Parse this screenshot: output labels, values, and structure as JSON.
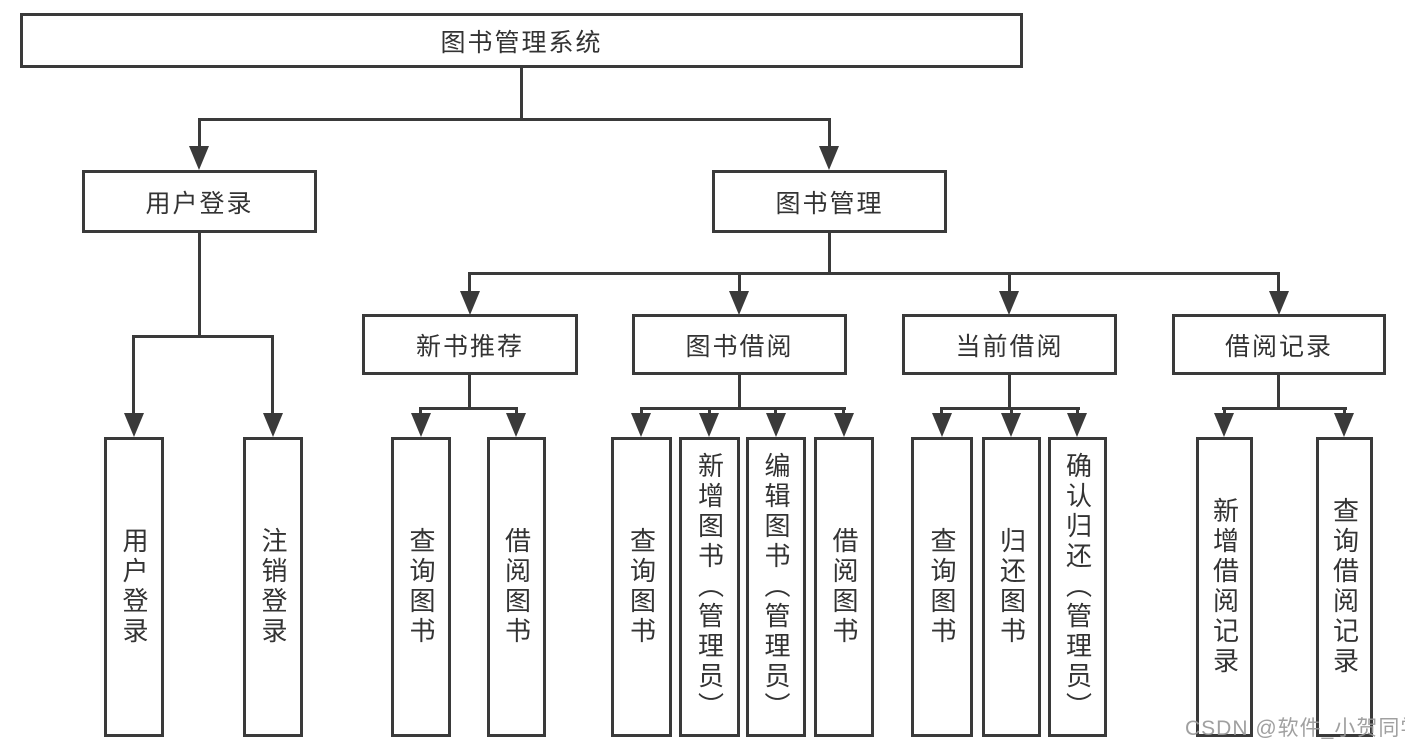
{
  "diagram": {
    "title": "图书管理系统",
    "level2": [
      {
        "label": "用户登录"
      },
      {
        "label": "图书管理"
      }
    ],
    "level3": [
      {
        "label": "新书推荐"
      },
      {
        "label": "图书借阅"
      },
      {
        "label": "当前借阅"
      },
      {
        "label": "借阅记录"
      }
    ],
    "leaves": {
      "user_login": [
        {
          "label": "用户登录"
        },
        {
          "label": "注销登录"
        }
      ],
      "new_books": [
        {
          "label": "查询图书"
        },
        {
          "label": "借阅图书"
        }
      ],
      "book_borrow": [
        {
          "label": "查询图书"
        },
        {
          "label": "新增图书（管理员）"
        },
        {
          "label": "编辑图书（管理员）"
        },
        {
          "label": "借阅图书"
        }
      ],
      "current_borrow": [
        {
          "label": "查询图书"
        },
        {
          "label": "归还图书"
        },
        {
          "label": "确认归还（管理员）"
        }
      ],
      "borrow_records": [
        {
          "label": "新增借阅记录"
        },
        {
          "label": "查询借阅记录"
        }
      ]
    },
    "watermark": "CSDN @软件_小贺同学",
    "colors": {
      "line": "#3a3a3a",
      "text": "#333333",
      "watermark": "#989898",
      "background": "#ffffff"
    }
  }
}
